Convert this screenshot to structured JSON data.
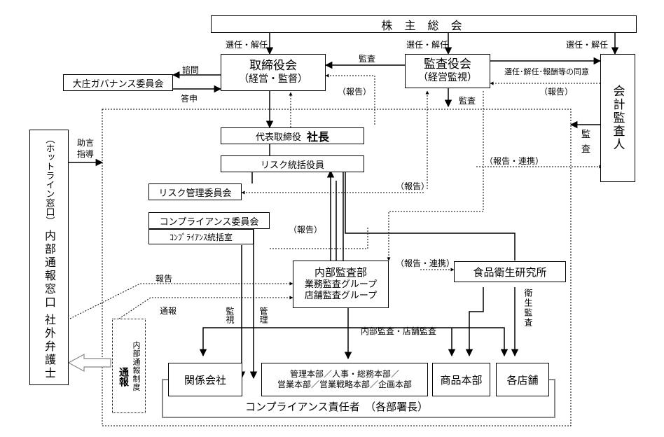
{
  "title_shareholders": "株 主 総 会",
  "board": {
    "title": "取締役会",
    "sub": "（経営・監督）"
  },
  "auditors": {
    "title": "監査役会",
    "sub": "（経営監視）"
  },
  "governance_committee": "大庄ガバナンス委員会",
  "president": {
    "prefix": "代表取締役",
    "title": "社長"
  },
  "risk_officer": "リスク統括役員",
  "risk_committee": "リスク管理委員会",
  "compliance_committee": "コンプライアンス委員会",
  "compliance_office": "ｺﾝﾌﾟﾗｲｱﾝｽ統括室",
  "internal_audit": {
    "title": "内部監査部",
    "line1": "業務監査グループ",
    "line2": "店舗監査グループ"
  },
  "food_lab": "食品衛生研究所",
  "external_auditor": "会計監査人",
  "outside_lawyer": {
    "col1": "社外弁護士",
    "col2": "内部通報窓口",
    "col3": "（ホットライン窓口）"
  },
  "whistle_system": {
    "small": "内部通報制度",
    "big": "通報"
  },
  "units": {
    "affiliates": "関係会社",
    "hq_line1": "管理本部／人事・総務本部／",
    "hq_line2": "営業本部／営業戦略本部／企画本部",
    "merch": "商品本部",
    "stores": "各店舗"
  },
  "compliance_owner": "コンプライアンス責任者　（各部署長）",
  "labels": {
    "elect1": "選任・解任",
    "elect2": "選任・解任",
    "elect3": "選任・解任",
    "audit_top": "監査",
    "consult": "諮問",
    "reply": "答申",
    "elect_consent": "選任･解任･報酬等の同意",
    "report_board": "（報告）",
    "report_auditor": "（報告）",
    "audit_auditor": "監査",
    "audit_ext1": "監",
    "audit_ext2": "査",
    "advice1": "助言",
    "advice2": "指導",
    "report_link": "（報告・連携）",
    "report_risk": "（報告）",
    "report_compliance": "（報告）",
    "report_link2": "（報告・連携）",
    "report_lawyer": "報告",
    "notify": "通報",
    "monitor": "監視",
    "manage": "管理",
    "internal_store_audit": "内部監査・店舗監査",
    "hygiene_audit": "衛生監査"
  }
}
